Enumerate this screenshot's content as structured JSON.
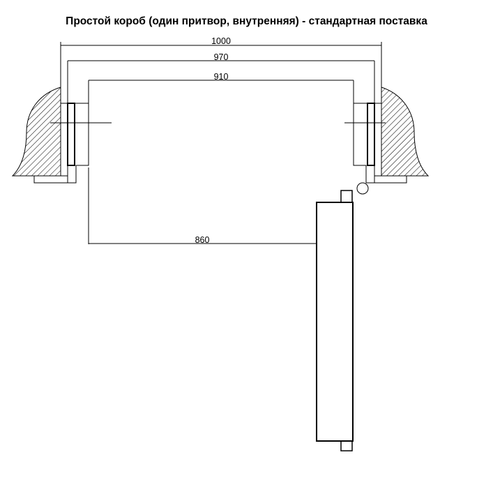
{
  "title": "Простой короб (один притвор, внутренняя) - стандартная поставка",
  "dimensions": {
    "d1000": "1000",
    "d970": "970",
    "d910": "910",
    "d860": "860"
  },
  "colors": {
    "line": "#000000",
    "background": "#ffffff"
  }
}
